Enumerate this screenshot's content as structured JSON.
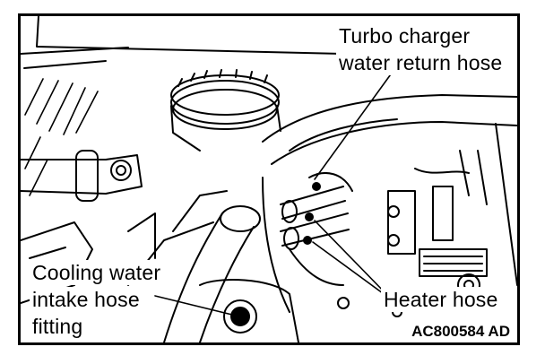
{
  "callouts": {
    "turbo_line1": "Turbo charger",
    "turbo_line2": "water return hose",
    "cooling_line1": "Cooling water",
    "cooling_line2": "intake hose",
    "cooling_line3": "fitting",
    "heater": "Heater hose"
  },
  "figure_code": "AC800584 AD"
}
